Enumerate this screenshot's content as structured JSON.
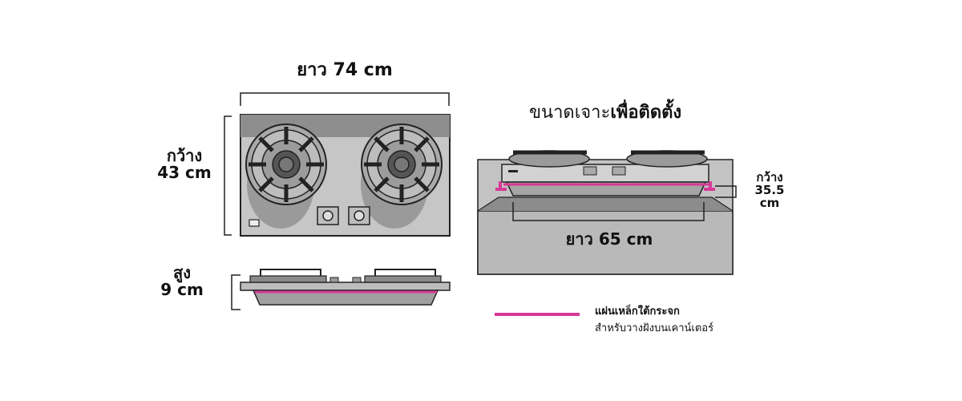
{
  "labels": {
    "length_top": "ยาว 74 cm",
    "width_left_line1": "กว้าง",
    "width_left_line2": "43 cm",
    "height_line1": "สูง",
    "height_line2": "9 cm",
    "cutout_title_light": "ขนาดเจาะ",
    "cutout_title_bold": "เพื่อติดตั้ง",
    "cutout_width_line1": "กว้าง",
    "cutout_width_line2": "35.5",
    "cutout_width_line3": "cm",
    "cutout_length": "ยาว 65 cm"
  },
  "legend": {
    "title": "แผ่นเหล็กใต้กระจก",
    "subtitle": "สำหรับวางฝังบนเคาน์เตอร์"
  },
  "colors": {
    "accent": "#d63a96",
    "panel": "#c8c8c8",
    "panel_dark": "#8f8f8f",
    "outline": "#222222",
    "counter": "#b9b9b9"
  }
}
